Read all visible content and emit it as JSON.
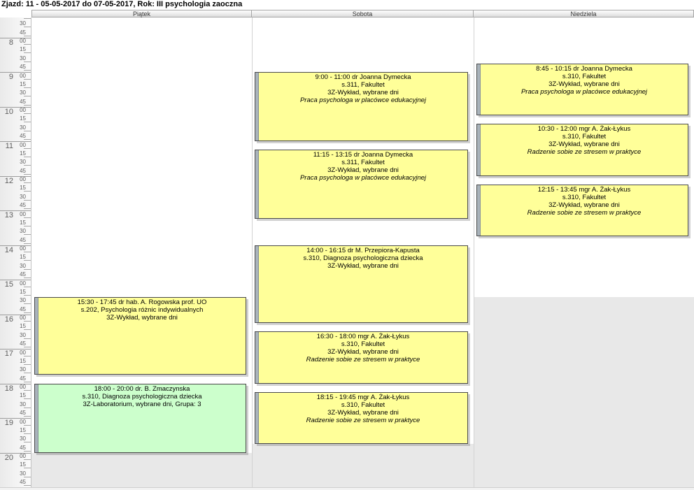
{
  "title": "Zjazd: 11 - 05-05-2017 do 07-05-2017, Rok: III psychologia zaoczna",
  "header": {
    "days": [
      {
        "label": "Piątek",
        "unavailable_from": "20:00"
      },
      {
        "label": "Sobota",
        "unavailable_from": "19:45"
      },
      {
        "label": "Niedziela",
        "unavailable_from": "15:30"
      }
    ]
  },
  "time_axis": {
    "visible_start": "7:30",
    "visible_end": "20:45",
    "hour_labels": [
      "8",
      "9",
      "10",
      "11",
      "12",
      "13",
      "14",
      "15",
      "16",
      "17",
      "18",
      "19",
      "20"
    ],
    "minute_labels": [
      "00",
      "15",
      "30",
      "45"
    ]
  },
  "colors": {
    "lecture_bg": "#ffff99",
    "lab_bg": "#ccffcc",
    "unavailable_bg": "#e8e8e8",
    "event_border": "#4a4a4a",
    "status_strip": "#a9b3bb"
  },
  "events": [
    {
      "day": 0,
      "start": "15:30",
      "end": "17:45",
      "kind": "lecture_bg",
      "lines": [
        "15:30 - 17:45 dr hab. A. Rogowska prof. UO",
        "s.202, Psychologia różnic indywidualnych",
        "3Z-Wykład, wybrane dni"
      ]
    },
    {
      "day": 0,
      "start": "18:00",
      "end": "20:00",
      "kind": "lab_bg",
      "lines": [
        "18:00 - 20:00 dr. B. Zmaczynska",
        "s.310, Diagnoza psychologiczna dziecka",
        "3Z-Laboratorium, wybrane dni, Grupa: 3"
      ]
    },
    {
      "day": 1,
      "start": "9:00",
      "end": "11:00",
      "kind": "lecture_bg",
      "lines": [
        "9:00 - 11:00 dr Joanna Dymecka",
        "s.311, Fakultet",
        "3Z-Wykład, wybrane dni"
      ],
      "italic_line": "Praca psychologa w placówce edukacyjnej"
    },
    {
      "day": 1,
      "start": "11:15",
      "end": "13:15",
      "kind": "lecture_bg",
      "lines": [
        "11:15 - 13:15 dr Joanna Dymecka",
        "s.311, Fakultet",
        "3Z-Wykład, wybrane dni"
      ],
      "italic_line": "Praca psychologa w placówce edukacyjnej"
    },
    {
      "day": 1,
      "start": "14:00",
      "end": "16:15",
      "kind": "lecture_bg",
      "lines": [
        "14:00 - 16:15 dr M. Przepiora-Kapusta",
        "s.310, Diagnoza psychologiczna dziecka",
        "3Z-Wykład, wybrane dni"
      ]
    },
    {
      "day": 1,
      "start": "16:30",
      "end": "18:00",
      "kind": "lecture_bg",
      "lines": [
        "16:30 - 18:00 mgr A. Żak-Łykus",
        "s.310, Fakultet",
        "3Z-Wykład, wybrane dni"
      ],
      "italic_line": "Radzenie sobie ze stresem w praktyce"
    },
    {
      "day": 1,
      "start": "18:15",
      "end": "19:45",
      "kind": "lecture_bg",
      "lines": [
        "18:15 - 19:45 mgr A. Żak-Łykus",
        "s.310, Fakultet",
        "3Z-Wykład, wybrane dni"
      ],
      "italic_line": "Radzenie sobie ze stresem w praktyce"
    },
    {
      "day": 2,
      "start": "8:45",
      "end": "10:15",
      "kind": "lecture_bg",
      "lines": [
        "8:45 - 10:15 dr Joanna Dymecka",
        "s.310, Fakultet",
        "3Z-Wykład, wybrane dni"
      ],
      "italic_line": "Praca psychologa w placówce edukacyjnej"
    },
    {
      "day": 2,
      "start": "10:30",
      "end": "12:00",
      "kind": "lecture_bg",
      "lines": [
        "10:30 - 12:00 mgr A. Żak-Łykus",
        "s.310, Fakultet",
        "3Z-Wykład, wybrane dni"
      ],
      "italic_line": "Radzenie sobie ze stresem w praktyce"
    },
    {
      "day": 2,
      "start": "12:15",
      "end": "13:45",
      "kind": "lecture_bg",
      "lines": [
        "12:15 - 13:45 mgr A. Żak-Łykus",
        "s.310, Fakultet",
        "3Z-Wykład, wybrane dni"
      ],
      "italic_line": "Radzenie sobie ze stresem w praktyce"
    }
  ]
}
